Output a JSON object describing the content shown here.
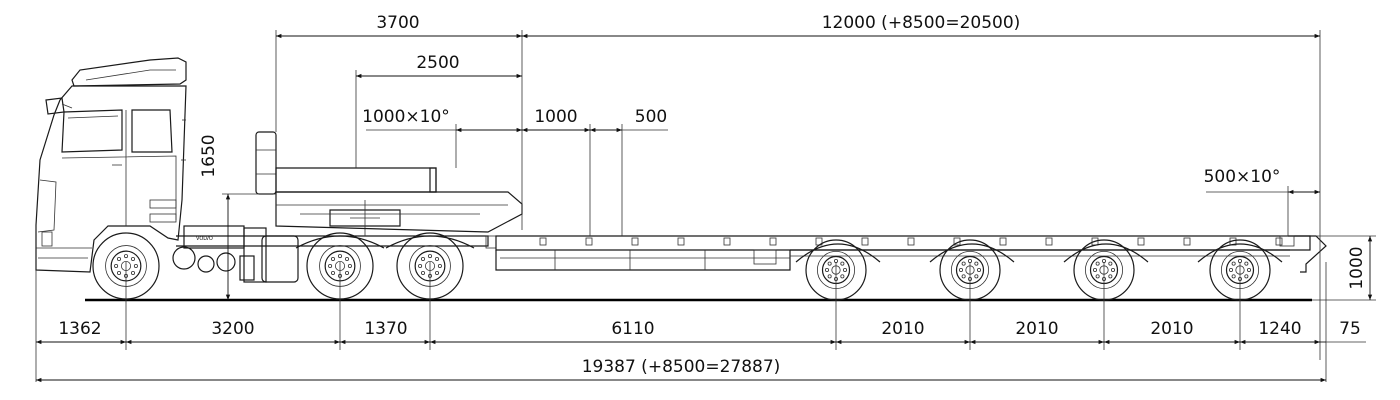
{
  "dimensions": {
    "top_3700": "3700",
    "top_12000": "12000 (+8500=20500)",
    "top_2500": "2500",
    "top_1000x10": "1000×10°",
    "top_1000": "1000",
    "top_500": "500",
    "height_1650": "1650",
    "rear_500x10": "500×10°",
    "height_1000": "1000",
    "bottom_1362": "1362",
    "bottom_3200": "3200",
    "bottom_1370": "1370",
    "bottom_6110": "6110",
    "bottom_2010_a": "2010",
    "bottom_2010_b": "2010",
    "bottom_2010_c": "2010",
    "bottom_1240": "1240",
    "bottom_75": "75",
    "total": "19387 (+8500=27887)"
  },
  "truck": {
    "brand_text": "VOLVO"
  }
}
